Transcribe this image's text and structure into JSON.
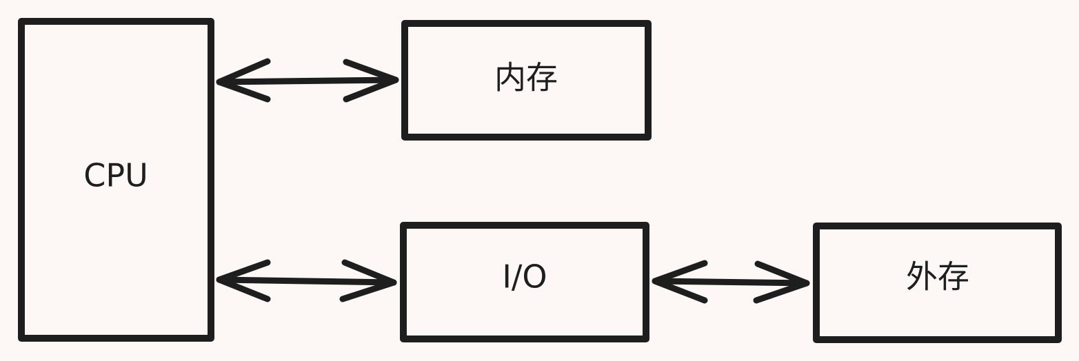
{
  "nodes": {
    "cpu": {
      "label": "CPU"
    },
    "memory": {
      "label": "内存"
    },
    "io": {
      "label": "I/O"
    },
    "storage": {
      "label": "外存"
    }
  },
  "colors": {
    "background": "#fdf8f6",
    "stroke": "#1e1e1e"
  },
  "connections": [
    {
      "from": "cpu",
      "to": "memory",
      "style": "bidirectional-arrow"
    },
    {
      "from": "cpu",
      "to": "io",
      "style": "bidirectional-arrow"
    },
    {
      "from": "io",
      "to": "storage",
      "style": "bidirectional-arrow"
    }
  ]
}
